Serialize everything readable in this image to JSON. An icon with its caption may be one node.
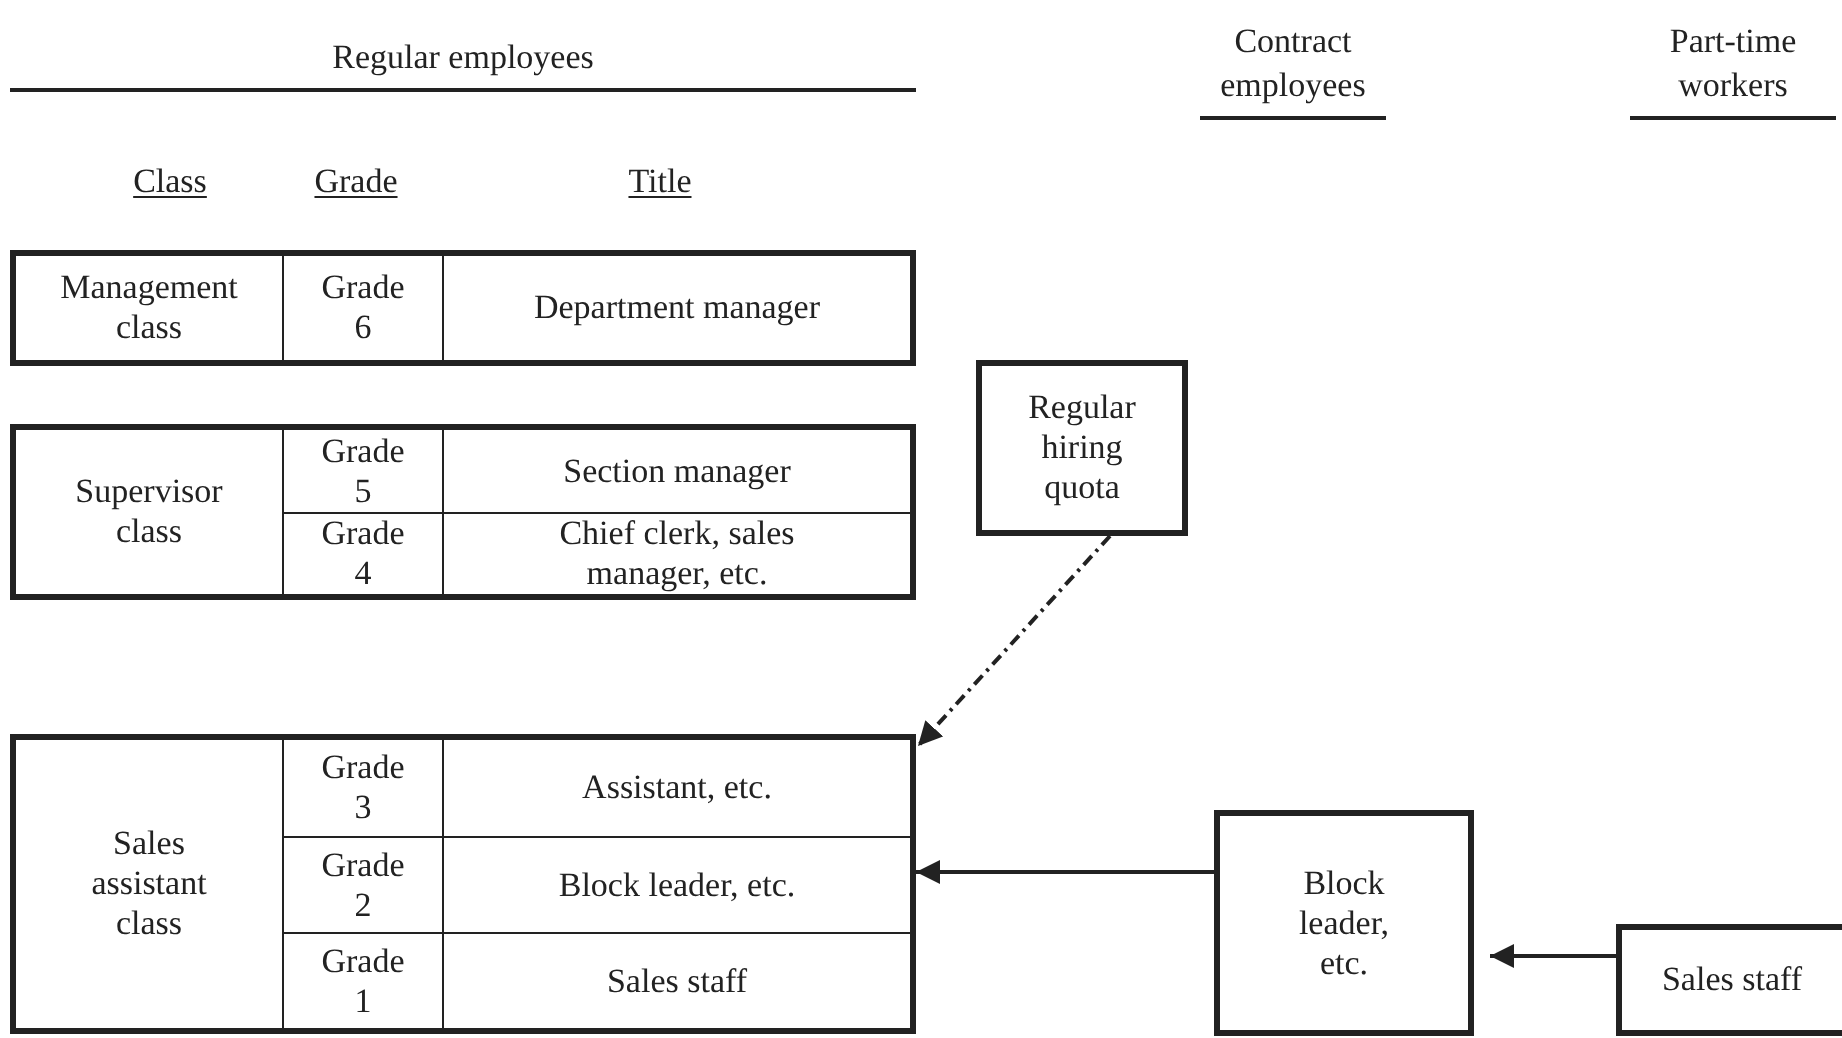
{
  "diagram": {
    "nodes": [
      {
        "text": [],
        "shape": "box"
      },
      {
        "text": [
          "Management class"
        ],
        "in": 0
      },
      {
        "text": [
          "Grade 6"
        ],
        "in": 0
      },
      {
        "text": [
          "Department manager"
        ],
        "in": 0
      },
      {
        "text": [],
        "shape": "box"
      },
      {
        "text": [
          "Supervisor class"
        ],
        "in": 4
      },
      {
        "text": [
          "Grade 5"
        ],
        "in": 4
      },
      {
        "text": [
          "Section manager"
        ],
        "in": 4
      },
      {
        "text": [
          "Grade 4"
        ],
        "in": 4
      },
      {
        "text": [
          "Chief clerk, sales manager, etc."
        ],
        "in": 4
      },
      {
        "text": [],
        "shape": "box"
      },
      {
        "text": [
          "Sales assistant class"
        ],
        "in": 10
      },
      {
        "text": [
          "Grade 3"
        ],
        "in": 10
      },
      {
        "text": [
          "Assistant, etc."
        ],
        "in": 10
      },
      {
        "text": [
          "Grade 2"
        ],
        "in": 10
      },
      {
        "text": [
          "Block leader, etc."
        ],
        "in": 10
      },
      {
        "text": [
          "Grade 1"
        ],
        "in": 10
      },
      {
        "text": [
          "Sales staff"
        ],
        "in": 10
      },
      {
        "text": [
          "Regular hiring quota"
        ]
      },
      {
        "text": [
          "Block leader, etc."
        ]
      },
      {
        "text": [
          "Sales staff"
        ]
      }
    ],
    "edges": [
      {
        "from": 18,
        "to": 10,
        "arrow": "to",
        "style": "dashed"
      },
      {
        "from": 19,
        "to": 10,
        "arrow": "to"
      },
      {
        "from": 20,
        "to": 19,
        "arrow": "to"
      }
    ],
    "labels": [
      "Regular employees",
      "Contract employees",
      "Part-time workers",
      "Class",
      "Grade",
      "Title"
    ]
  }
}
